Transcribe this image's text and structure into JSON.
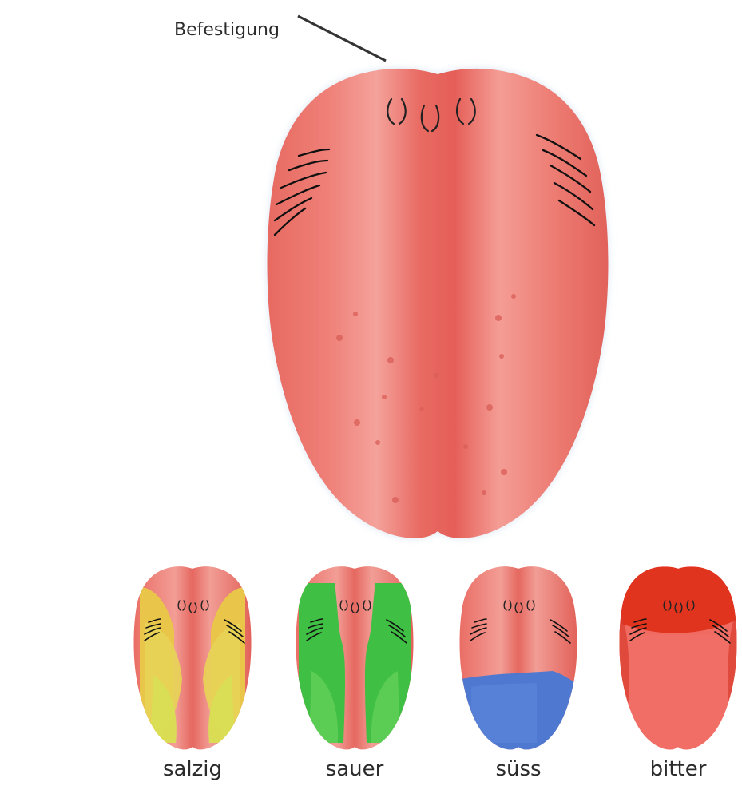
{
  "diagram": {
    "attachment_label": "Befestigung",
    "taste_maps": [
      {
        "label": "salzig",
        "zone_color": "#e9c54a"
      },
      {
        "label": "sauer",
        "zone_color": "#3fbf43"
      },
      {
        "label": "süss",
        "zone_color": "#4f79d0"
      },
      {
        "label": "bitter",
        "zone_color": "#e0341f"
      }
    ],
    "colors": {
      "tongue_base": "#ea6f67",
      "tongue_light": "#f4a29b",
      "tongue_dark": "#d95e57",
      "outline_shadow": "#d7e5f2",
      "line": "#222222"
    }
  }
}
